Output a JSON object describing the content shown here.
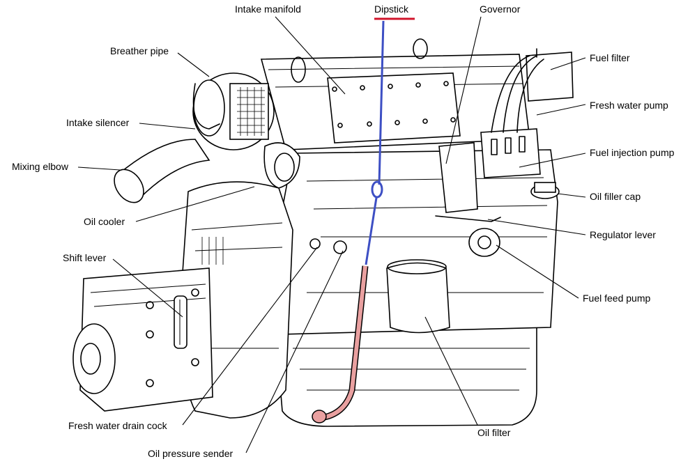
{
  "labels": {
    "intake_manifold": "Intake manifold",
    "dipstick": "Dipstick",
    "governor": "Governor",
    "breather_pipe": "Breather pipe",
    "fuel_filter": "Fuel filter",
    "fresh_water_pump": "Fresh water pump",
    "intake_silencer": "Intake silencer",
    "fuel_injection_pump": "Fuel injection pump",
    "mixing_elbow": "Mixing elbow",
    "oil_filler_cap": "Oil filler cap",
    "oil_cooler": "Oil cooler",
    "regulator_lever": "Regulator lever",
    "shift_lever": "Shift lever",
    "fuel_feed_pump": "Fuel feed pump",
    "fresh_water_drain_cock": "Fresh water drain cock",
    "oil_filter": "Oil filter",
    "oil_pressure_sender": "Oil pressure sender"
  },
  "colors": {
    "dipstick_underline": "#d0142b",
    "dipstick_upper": "#3d4fc4",
    "dipstick_tube": "#e9a0a0",
    "line": "#000000",
    "background": "#ffffff"
  }
}
